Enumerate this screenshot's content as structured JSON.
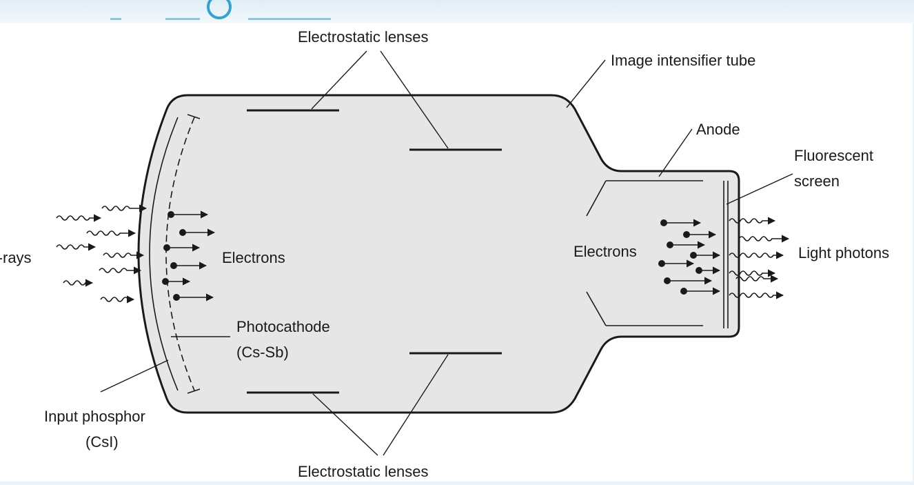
{
  "diagram": {
    "labels": {
      "lenses_top": "Electrostatic lenses",
      "tube": "Image intensifier tube",
      "anode": "Anode",
      "fluorescent_line1": "Fluorescent",
      "fluorescent_line2": "screen",
      "xrays": "X-rays",
      "electrons_left": "Electrons",
      "electrons_right": "Electrons",
      "light_photons": "Light photons",
      "photocathode_line1": "Photocathode",
      "photocathode_line2": "(Cs-Sb)",
      "input_phosphor_line1": "Input phosphor",
      "input_phosphor_line2": "(CsI)",
      "lenses_bottom": "Electrostatic lenses"
    }
  }
}
